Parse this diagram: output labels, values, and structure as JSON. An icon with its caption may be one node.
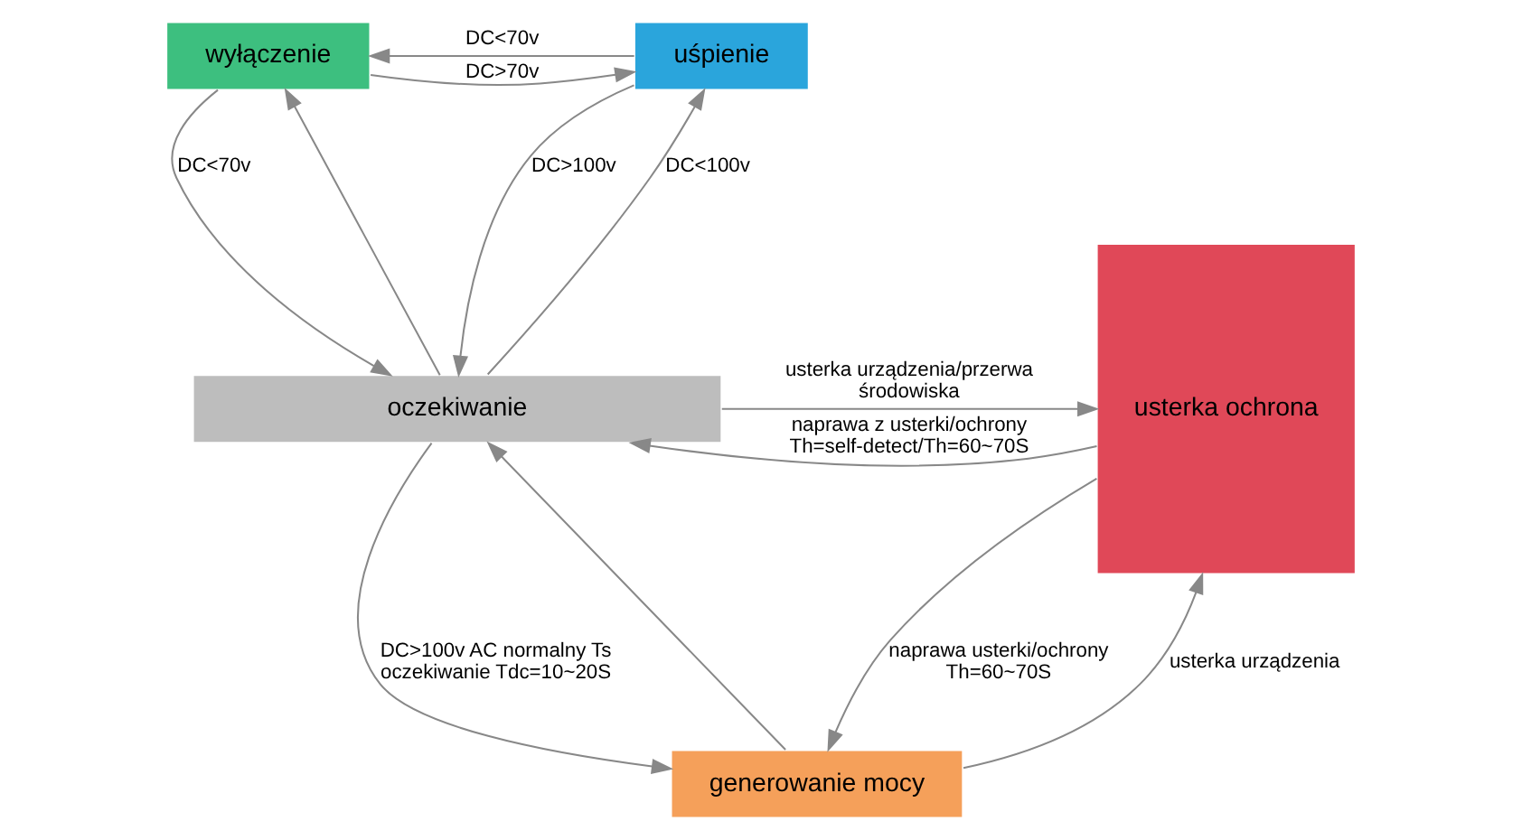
{
  "diagram": {
    "nodes": [
      {
        "text": [
          "wyłączenie"
        ]
      },
      {
        "text": [
          "uśpienie"
        ]
      },
      {
        "text": [
          "oczekiwanie"
        ]
      },
      {
        "text": [
          "usterka ochrona"
        ]
      },
      {
        "text": [
          "generowanie mocy"
        ]
      }
    ],
    "edges": [
      {
        "from": 1,
        "to": 0,
        "arrow": "to",
        "label": "DC<70v"
      },
      {
        "from": 0,
        "to": 1,
        "arrow": "to",
        "label": "DC>70v"
      },
      {
        "from": 0,
        "to": 2,
        "arrow": "to",
        "label": "DC<70v"
      },
      {
        "from": 2,
        "to": 0,
        "arrow": "to"
      },
      {
        "from": 2,
        "to": 1,
        "arrow": "to",
        "label": "DC<100v"
      },
      {
        "from": 1,
        "to": 2,
        "arrow": "to",
        "label": "DC>100v"
      },
      {
        "from": 2,
        "to": 3,
        "arrow": "to",
        "label": "usterka urządzenia/przerwa środowiska"
      },
      {
        "from": 3,
        "to": 2,
        "arrow": "to",
        "label": "naprawa z usterki/ochrony Th=self-detect/Th=60~70S"
      },
      {
        "from": 2,
        "to": 4,
        "arrow": "to",
        "label": "DC>100v AC normalny Ts oczekiwanie Tdc=10~20S"
      },
      {
        "from": 4,
        "to": 2,
        "arrow": "to"
      },
      {
        "from": 4,
        "to": 3,
        "arrow": "to",
        "label": "usterka urządzenia"
      },
      {
        "from": 3,
        "to": 4,
        "arrow": "to",
        "label": "naprawa usterki/ochrony Th=60~70S"
      }
    ]
  }
}
